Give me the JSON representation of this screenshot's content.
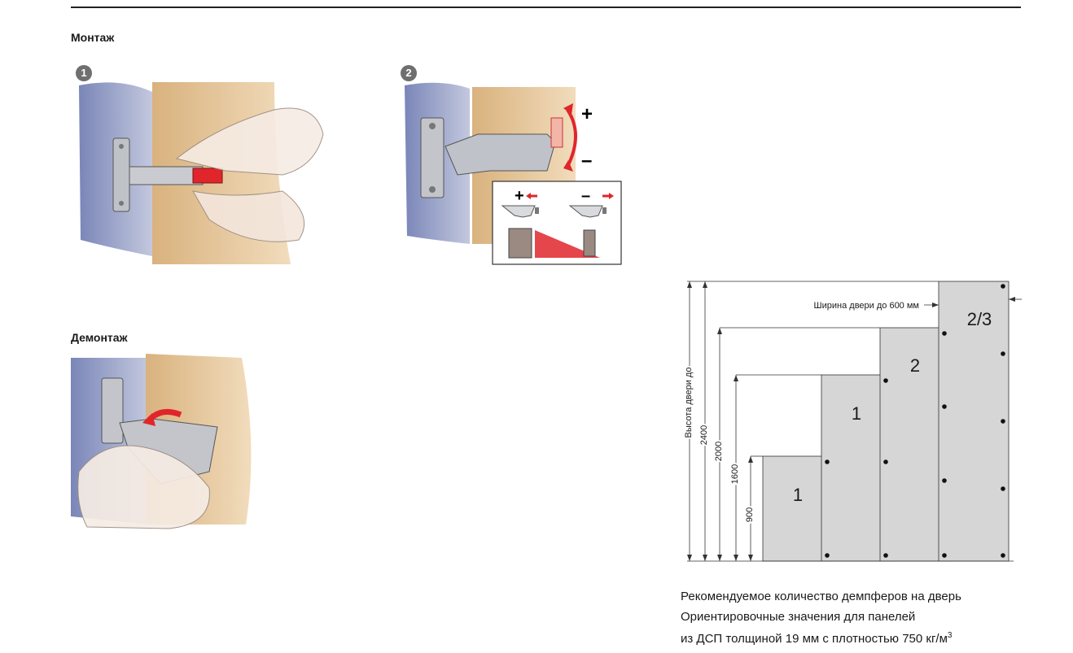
{
  "sections": {
    "mounting_title": "Монтаж",
    "dismounting_title": "Демонтаж"
  },
  "steps": [
    "1",
    "2"
  ],
  "adjust": {
    "plus": "+",
    "minus": "–"
  },
  "diagram": {
    "door_width_label": "Ширина двери до 600 мм",
    "door_height_label": "Высота двери до",
    "heights": [
      "900",
      "1600",
      "2000",
      "2400"
    ],
    "panel_labels": [
      "1",
      "1",
      "2",
      "2/3"
    ]
  },
  "caption": {
    "line1": "Рекомендуемое количество демпферов на дверь",
    "line2": "Ориентировочные значения для панелей",
    "line3": "из ДСП толщиной 19 мм с плотностью 750 кг/м",
    "line3_sup": "3"
  },
  "colors": {
    "wall_blue": "#9ea8cc",
    "wood": "#e2c49a",
    "panel_grey": "#d6d6d6",
    "accent_red": "#e0262b"
  },
  "icons": [
    "hinge-icon",
    "hand-icon",
    "arrow-icon",
    "rotate-arrow-icon"
  ]
}
